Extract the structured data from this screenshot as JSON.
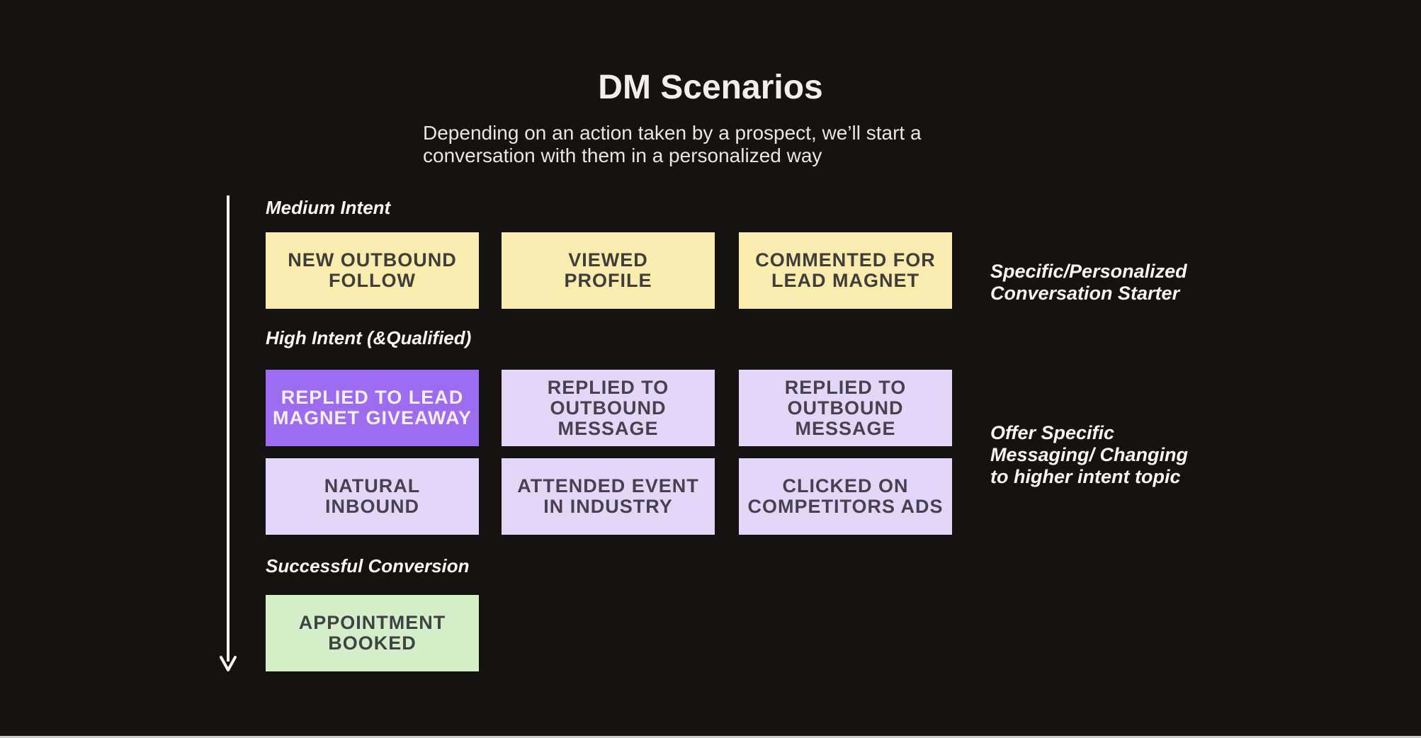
{
  "title": "DM Scenarios",
  "subtitle": {
    "lines": [
      "Depending on an action taken by a prospect, we’ll start a",
      "conversation with them in a personalized way"
    ]
  },
  "sections": [
    {
      "label": "Medium Intent"
    },
    {
      "label": "High Intent (&Qualified)"
    },
    {
      "label": "Successful Conversion"
    }
  ],
  "boxes": {
    "medium": [
      {
        "label": "NEW OUTBOUND\nFOLLOW",
        "color": "yellow"
      },
      {
        "label": "VIEWED\nPROFILE",
        "color": "yellow"
      },
      {
        "label": "COMMENTED FOR\nLEAD MAGNET",
        "color": "yellow"
      }
    ],
    "high_row1": [
      {
        "label": "REPLIED TO LEAD\nMAGNET GIVEAWAY",
        "color": "purple"
      },
      {
        "label": "REPLIED TO\nOUTBOUND\nMESSAGE",
        "color": "lavender"
      },
      {
        "label": "REPLIED TO\nOUTBOUND\nMESSAGE",
        "color": "lavender"
      }
    ],
    "high_row2": [
      {
        "label": "NATURAL\nINBOUND",
        "color": "lavender"
      },
      {
        "label": "ATTENDED EVENT\nIN INDUSTRY",
        "color": "lavender"
      },
      {
        "label": "CLICKED ON\nCOMPETITORS ADS",
        "color": "lavender"
      }
    ],
    "conversion": [
      {
        "label": "APPOINTMENT\nBOOKED",
        "color": "green"
      }
    ]
  },
  "side_notes": [
    {
      "text": "Specific/Personalized\nConversation Starter"
    },
    {
      "text": "Offer Specific\nMessaging/ Changing\nto higher intent topic"
    }
  ],
  "icons": [
    {
      "name": "down-arrow-icon",
      "meaning": "flow direction from medium intent to successful conversion"
    }
  ],
  "colors": {
    "background": "#151312",
    "title_text": "#F1EFEE",
    "subtitle_text": "#E8E6E5",
    "label_text": "#F8F6F5",
    "yellow_box": "#F8ECAF",
    "yellow_box_text": "#403E38",
    "purple_box": "#9C6DF0",
    "purple_box_text": "#F5EFFC",
    "lavender_box": "#E3D7F8",
    "lavender_box_text": "#474250",
    "green_box": "#D3EEC9",
    "green_box_text": "#3F4440",
    "arrow": "#F5F2F0",
    "bottom_bar": "#C9CBCB"
  }
}
